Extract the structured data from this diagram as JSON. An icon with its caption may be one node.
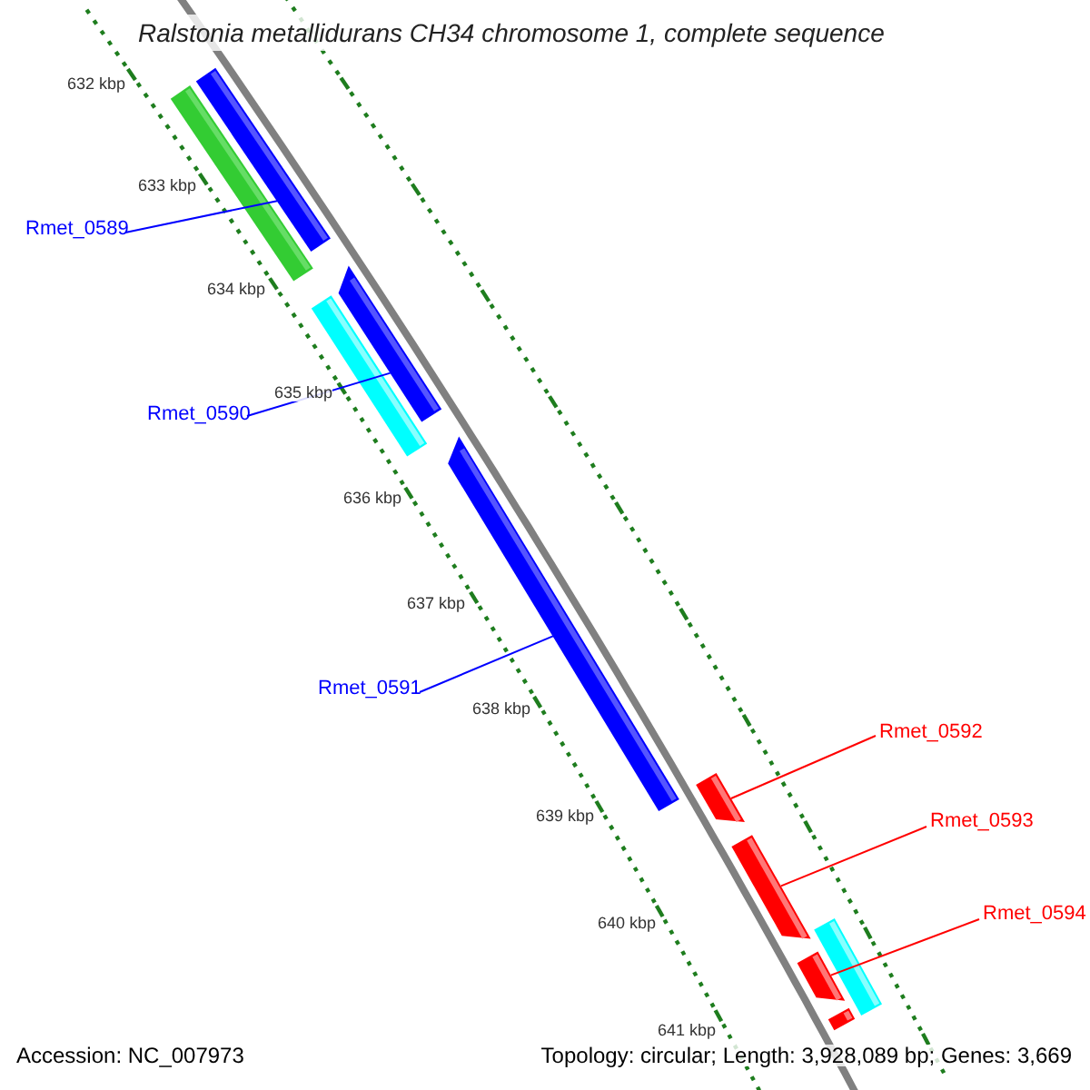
{
  "diagram": {
    "title": "Ralstonia metallidurans CH34 chromosome 1, complete sequence",
    "nodes": [
      {
        "text": [
          "Rmet_0589"
        ]
      },
      {
        "text": [
          "Rmet_0590"
        ]
      },
      {
        "text": [
          "Rmet_0591"
        ]
      },
      {
        "text": [
          "Rmet_0592"
        ]
      },
      {
        "text": [
          "Rmet_0593"
        ]
      },
      {
        "text": [
          "Rmet_0594"
        ]
      },
      {
        "text": [],
        "shape": "bar"
      },
      {
        "text": [],
        "shape": "bar"
      },
      {
        "text": [],
        "shape": "bar"
      },
      {
        "text": [],
        "shape": "bar"
      },
      {
        "text": [],
        "shape": "bar"
      },
      {
        "text": [],
        "shape": "bar"
      },
      {
        "text": [],
        "shape": "bar"
      },
      {
        "text": [],
        "shape": "bar"
      },
      {
        "text": [],
        "shape": "bar"
      },
      {
        "text": [],
        "shape": "bar"
      }
    ],
    "edges": [
      {
        "from": 0,
        "to": 6,
        "arrow": "none",
        "color": "#0000ff"
      },
      {
        "from": 1,
        "to": 7,
        "arrow": "none",
        "color": "#0000ff"
      },
      {
        "from": 2,
        "to": 8,
        "arrow": "none",
        "color": "#0000ff"
      },
      {
        "from": 3,
        "to": 9,
        "arrow": "none",
        "color": "#ff0000"
      },
      {
        "from": 4,
        "to": 10,
        "arrow": "none",
        "color": "#ff0000"
      },
      {
        "from": 5,
        "to": 11,
        "arrow": "none",
        "color": "#ff0000"
      }
    ],
    "labels": [
      "632 kbp",
      "633 kbp",
      "634 kbp",
      "635 kbp",
      "636 kbp",
      "637 kbp",
      "638 kbp",
      "639 kbp",
      "640 kbp",
      "641 kbp",
      "Accession: NC_007973",
      "Topology: circular; Length: 3,928,089 bp; Genes: 3,669"
    ]
  }
}
